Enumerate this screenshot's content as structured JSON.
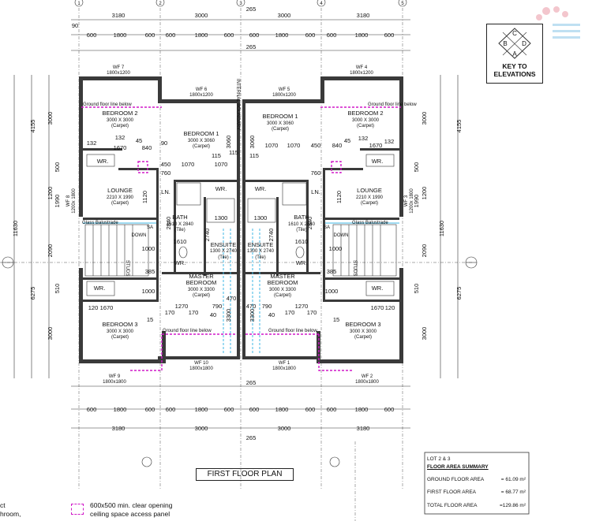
{
  "grid_labels": [
    "1",
    "2",
    "3",
    "4",
    "5"
  ],
  "title": "FIRST FLOOR PLAN",
  "key": {
    "letters": [
      "A",
      "B",
      "C",
      "D"
    ],
    "label_line1": "KEY TO",
    "label_line2": "ELEVATIONS"
  },
  "dims": {
    "top_overall": [
      "3180",
      "3000",
      "3000",
      "3180"
    ],
    "top_265": "265",
    "top_90": "90",
    "top_segments": [
      "600",
      "1800",
      "600",
      "600",
      "1800",
      "600",
      "600",
      "1800",
      "600",
      "600",
      "1800",
      "600"
    ],
    "left_overall": "11630",
    "left_upper": "4155",
    "left_lower": "6275",
    "right_overall": "11630",
    "right_upper": "4155",
    "right_lower": "6275",
    "left_sub": [
      "3000",
      "1200",
      "2090",
      "3000"
    ],
    "v_1990": "1990",
    "v_500": "500",
    "v_510": "510",
    "v_90": "90",
    "internal_boundary": "INTERNAL BOUNDARY"
  },
  "windows": {
    "wf7": "WF 7",
    "wf7_size": "1800x1200",
    "wf6": "WF 6",
    "wf6_size": "1800x1200",
    "wf5": "WF 5",
    "wf5_size": "1800x1200",
    "wf4": "WF 4",
    "wf4_size": "1800x1200",
    "wf8": "WF 8",
    "wf8_size": "1200x 1800",
    "wf3": "WF 3",
    "wf3_size": "1200x 1800",
    "wf9": "WF 9",
    "wf9_size": "1800x1800",
    "wf10": "WF 10",
    "wf10_size": "1800x1800",
    "wf1": "WF 1",
    "wf1_size": "1800x1800",
    "wf2": "WF 2",
    "wf2_size": "1800x1800"
  },
  "ground_floor_line": "Ground floor line below",
  "glass_balustrade": "Glass Balustrade",
  "rooms": {
    "bedroom2": "BEDROOM 2",
    "bedroom2_size": "3000 X 3000",
    "carpet": "(Carpet)",
    "bedroom1": "BEDROOM 1",
    "bedroom1_size": "3000 X 3060",
    "lounge": "LOUNGE",
    "lounge_size": "2210 X 1990",
    "bath": "BATH",
    "bath_size": "1610 X 2840",
    "tile": "(Tile)",
    "ensuite": "ENSUITE",
    "ensuite_size": "1300 X 2740",
    "master": "MASTER",
    "bedroom": "BEDROOM",
    "master_size": "3000 X 3300",
    "bedroom3": "BEDROOM 3",
    "bedroom3_size": "3000 X 3000",
    "wr": "WR.",
    "ln": "LN.",
    "sa": "SA",
    "down": "DOWN",
    "studs": "STUDS"
  },
  "interior_dims": [
    "132",
    "45",
    "90",
    "840",
    "1670",
    "3060",
    "450",
    "1070",
    "115",
    "760",
    "1120",
    "1300",
    "2740",
    "2840",
    "1610",
    "1000",
    "385",
    "120",
    "1270",
    "170",
    "470",
    "790",
    "40",
    "3300",
    "15"
  ],
  "area_summary": {
    "lot": "LOT 2 & 3",
    "header": "FLOOR AREA SUMMARY",
    "rows": [
      {
        "label": "GROUND FLOOR AREA",
        "value": "= 61.09 m²"
      },
      {
        "label": "FIRST FLOOR AREA",
        "value": "= 68.77 m²"
      },
      {
        "label": "TOTAL FLOOR AREA",
        "value": "=129.86 m²"
      }
    ]
  },
  "legend": {
    "line1": "600x500 min. clear opening",
    "line2": "ceiling space access panel"
  },
  "left_note": {
    "line1": "ct",
    "line2": "hroom,"
  },
  "colors": {
    "access_panel": "#d018c8",
    "glass": "#3fb7e4",
    "wall": "#3a3a3a"
  }
}
